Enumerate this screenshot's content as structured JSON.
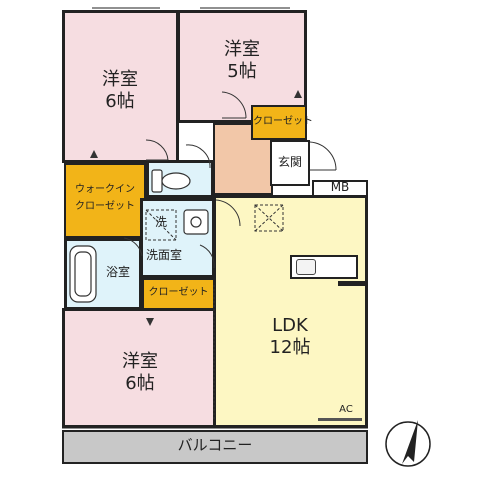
{
  "rooms": {
    "western_top_left": {
      "name": "洋室",
      "size": "6帖"
    },
    "western_top_right": {
      "name": "洋室",
      "size": "5帖"
    },
    "western_bottom": {
      "name": "洋室",
      "size": "6帖"
    },
    "ldk": {
      "name": "LDK",
      "size": "12帖"
    },
    "entrance": {
      "name": "玄関"
    },
    "washroom": {
      "name": "洗面室"
    },
    "bathroom": {
      "name": "浴室"
    },
    "balcony": {
      "name": "バルコニー"
    },
    "walk_in_closet": {
      "line1": "ウォークイン",
      "line2": "クローゼット"
    },
    "closet_top": {
      "name": "クローゼット"
    },
    "closet_mid": {
      "name": "クローゼット"
    }
  },
  "markers": {
    "mb": "MB",
    "ac": "AC",
    "washer": "洗"
  },
  "colors": {
    "pink": "#f6dde1",
    "yellow": "#fdf7c3",
    "light_blue": "#dff3fa",
    "orange": "#f2c7a8",
    "closet": "#f2b418",
    "balcony": "#c8c8c8",
    "wall": "#222222"
  },
  "icons": [
    "north-arrow-icon",
    "ventilation-fan-icon",
    "washer-icon",
    "toilet-icon",
    "bathtub-icon",
    "sink-icon"
  ]
}
